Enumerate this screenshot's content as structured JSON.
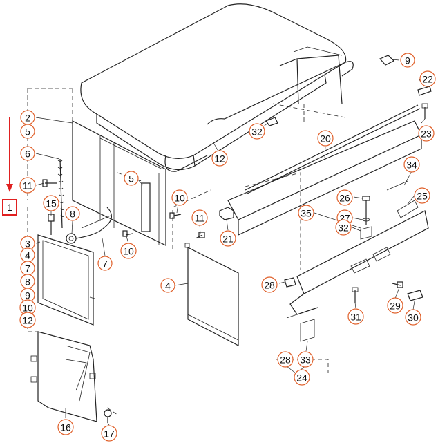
{
  "diagram": {
    "callouts": [
      {
        "id": "c9",
        "text": "9"
      },
      {
        "id": "c22",
        "text": "22"
      },
      {
        "id": "c23",
        "text": "23"
      },
      {
        "id": "c2",
        "text": "2"
      },
      {
        "id": "c5a",
        "text": "5"
      },
      {
        "id": "c6",
        "text": "6"
      },
      {
        "id": "c11a",
        "text": "11"
      },
      {
        "id": "c15",
        "text": "15"
      },
      {
        "id": "c8",
        "text": "8"
      },
      {
        "id": "c3",
        "text": "3"
      },
      {
        "id": "c4a",
        "text": "4"
      },
      {
        "id": "c7a",
        "text": "7"
      },
      {
        "id": "c8b",
        "text": "8"
      },
      {
        "id": "c9b",
        "text": "9"
      },
      {
        "id": "c10a",
        "text": "10"
      },
      {
        "id": "c12a",
        "text": "12"
      },
      {
        "id": "c5b",
        "text": "5"
      },
      {
        "id": "c10b",
        "text": "10"
      },
      {
        "id": "c10c",
        "text": "10"
      },
      {
        "id": "c11b",
        "text": "11"
      },
      {
        "id": "c7b",
        "text": "7"
      },
      {
        "id": "c4b",
        "text": "4"
      },
      {
        "id": "c32a",
        "text": "32"
      },
      {
        "id": "c12b",
        "text": "12"
      },
      {
        "id": "c20",
        "text": "20"
      },
      {
        "id": "c21",
        "text": "21"
      },
      {
        "id": "c34",
        "text": "34"
      },
      {
        "id": "c26",
        "text": "26"
      },
      {
        "id": "c25",
        "text": "25"
      },
      {
        "id": "c35",
        "text": "35"
      },
      {
        "id": "c27",
        "text": "27"
      },
      {
        "id": "c32b",
        "text": "32"
      },
      {
        "id": "c28a",
        "text": "28"
      },
      {
        "id": "c29",
        "text": "29"
      },
      {
        "id": "c30",
        "text": "30"
      },
      {
        "id": "c31",
        "text": "31"
      },
      {
        "id": "c28b",
        "text": "28"
      },
      {
        "id": "c33",
        "text": "33"
      },
      {
        "id": "c24",
        "text": "24"
      },
      {
        "id": "c16",
        "text": "16"
      },
      {
        "id": "c17",
        "text": "17"
      }
    ],
    "marker": {
      "text": "1",
      "color": "#e02020"
    },
    "callout_color": "#e0602a"
  }
}
